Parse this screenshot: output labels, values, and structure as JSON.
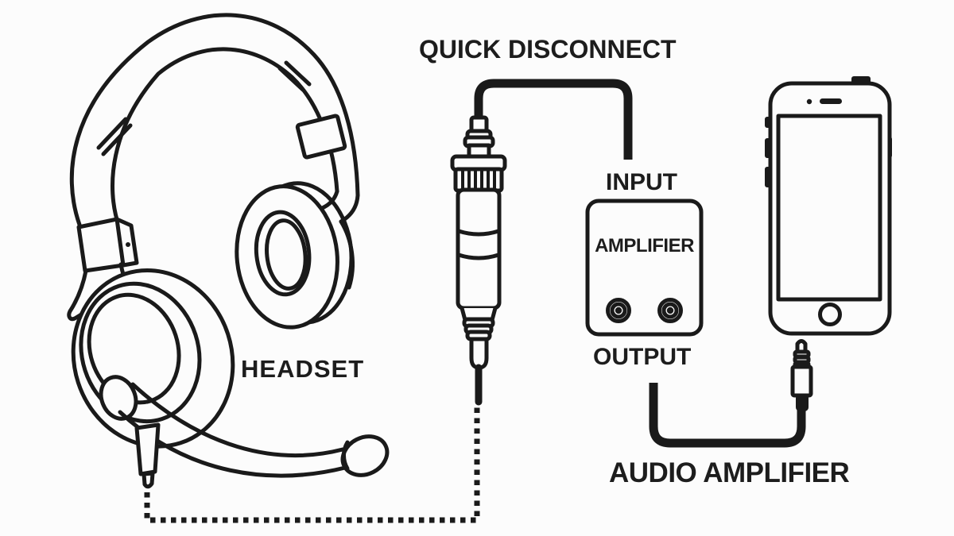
{
  "meta": {
    "title": "Headset quick disconnect to audio amplifier connection diagram",
    "diagram_type": "wiring-line-art"
  },
  "colors": {
    "background": "#fcfcfc",
    "line": "#1a1a1a",
    "text": "#1d1d1d"
  },
  "labels": {
    "quick_disconnect": "QUICK DISCONNECT",
    "headset": "HEADSET",
    "input": "INPUT",
    "amplifier": "AMPLIFIER",
    "output": "OUTPUT",
    "audio_amplifier": "AUDIO AMPLIFIER"
  },
  "icons": [
    "headset-icon",
    "microphone-boom-icon",
    "quick-disconnect-connector-icon",
    "amplifier-box-icon",
    "rca-jack-icon",
    "smartphone-icon",
    "audio-jack-plug-icon",
    "cable-line",
    "dotted-cable-line"
  ]
}
